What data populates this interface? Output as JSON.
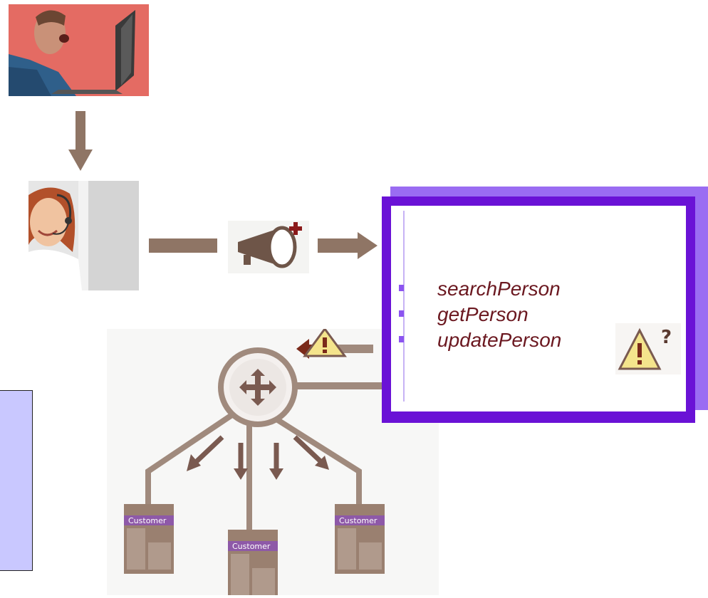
{
  "methods": {
    "items": [
      "searchPerson",
      "getPerson",
      "updatePerson"
    ]
  },
  "network": {
    "customer_labels": [
      "Customer",
      "Customer",
      "Customer"
    ]
  },
  "icons": {
    "hub": "move-hub-icon",
    "megaphone": "megaphone-icon",
    "warning": "warning-icon",
    "warning_question": "warning-question-icon"
  },
  "colors": {
    "box_border": "#6a12d6",
    "box_shadow": "#9a6cf2",
    "method_text": "#6b1820",
    "arrow": "#8a7060",
    "side_box": "#c9c8ff"
  }
}
